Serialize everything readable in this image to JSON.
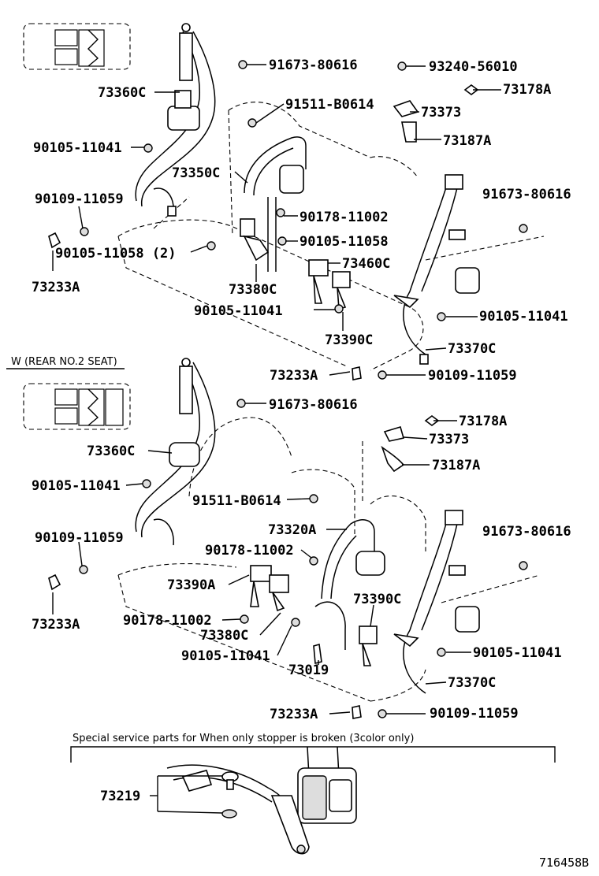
{
  "section_caption": "W (REAR NO.2 SEAT)",
  "special_note": "Special service parts for When only stopper is broken (3color only)",
  "figure_id": "716458B",
  "labels": {
    "upper": {
      "p91673_80616_a": "91673-80616",
      "p93240_56010": "93240-56010",
      "p73360c": "73360C",
      "p73178a": "73178A",
      "p91511_b0614": "91511-B0614",
      "p73373": "73373",
      "p73187a": "73187A",
      "p90105_11041_a": "90105-11041",
      "p73350c": "73350C",
      "p91673_80616_b": "91673-80616",
      "p90109_11059_a": "90109-11059",
      "p90178_11002": "90178-11002",
      "p90105_11058_a": "90105-11058",
      "p90105_11058_b": "90105-11058 (2)",
      "p73460c": "73460C",
      "p73233a_a": "73233A",
      "p73380c": "73380C",
      "p90105_11041_b": "90105-11041",
      "p90105_11041_c": "90105-11041",
      "p73390c": "73390C",
      "p73370c": "73370C",
      "p73233a_b": "73233A",
      "p90109_11059_b": "90109-11059"
    },
    "lower": {
      "p91673_80616_a": "91673-80616",
      "p73178a": "73178A",
      "p73360c": "73360C",
      "p73373": "73373",
      "p73187a": "73187A",
      "p90105_11041_a": "90105-11041",
      "p91511_b0614": "91511-B0614",
      "p73320a": "73320A",
      "p91673_80616_b": "91673-80616",
      "p90109_11059_a": "90109-11059",
      "p90178_11002_a": "90178-11002",
      "p73390a": "73390A",
      "p73390c": "73390C",
      "p73233a_a": "73233A",
      "p90178_11002_b": "90178-11002",
      "p73380c": "73380C",
      "p90105_11041_b": "90105-11041",
      "p90105_11041_c": "90105-11041",
      "p73019": "73019",
      "p73370c": "73370C",
      "p73233a_b": "73233A",
      "p90109_11059_b": "90109-11059"
    },
    "special": {
      "p73219": "73219"
    }
  }
}
